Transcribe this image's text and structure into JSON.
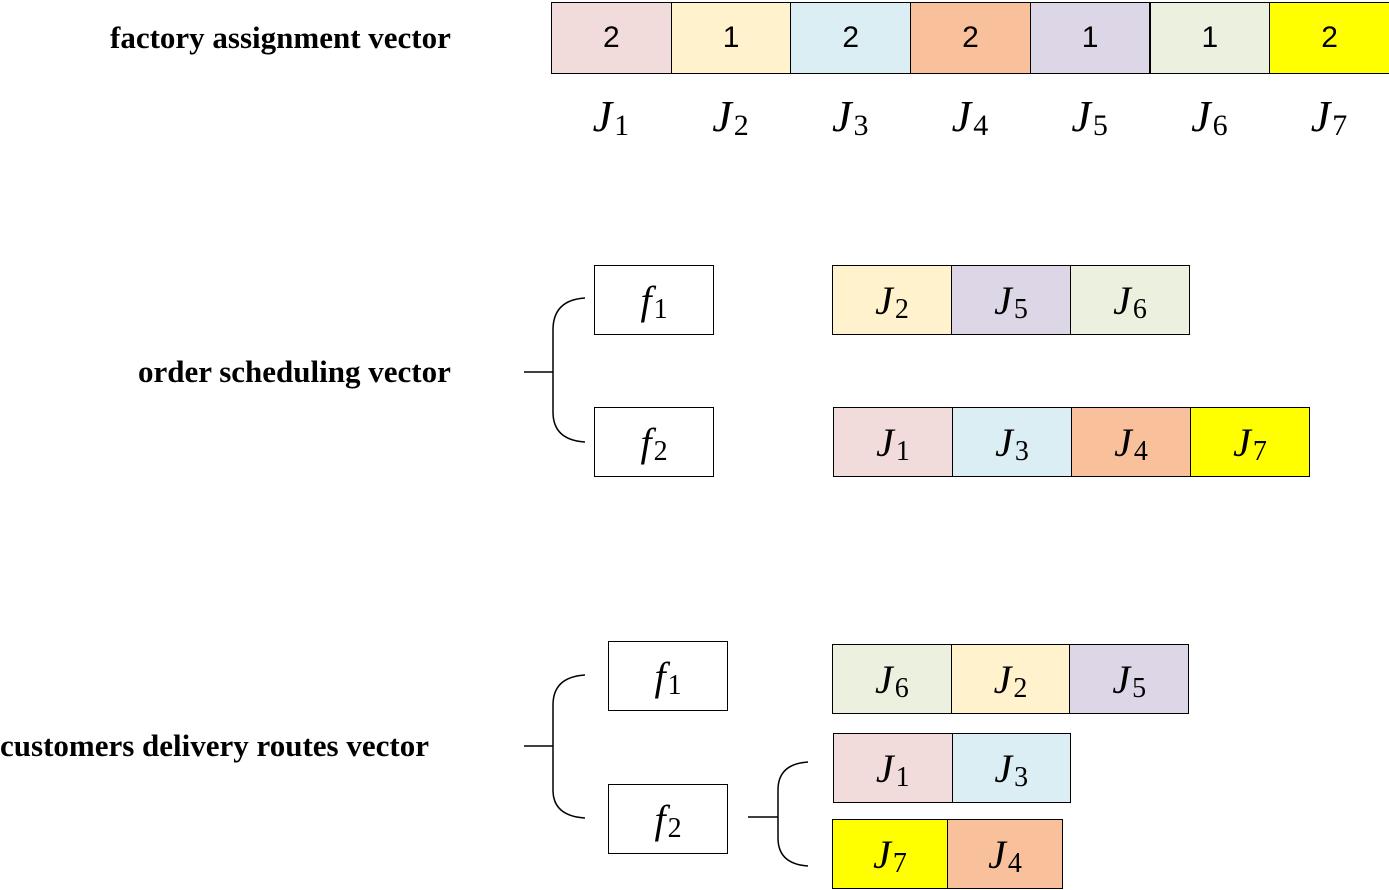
{
  "factory_assignment": {
    "label": "factory assignment vector",
    "cells": [
      {
        "job": "J",
        "sub": "1",
        "value": "2",
        "color": "#f2dcdb"
      },
      {
        "job": "J",
        "sub": "2",
        "value": "1",
        "color": "#fff2cc"
      },
      {
        "job": "J",
        "sub": "3",
        "value": "2",
        "color": "#daeef3"
      },
      {
        "job": "J",
        "sub": "4",
        "value": "2",
        "color": "#f8c09b"
      },
      {
        "job": "J",
        "sub": "5",
        "value": "1",
        "color": "#dcd6e6"
      },
      {
        "job": "J",
        "sub": "6",
        "value": "1",
        "color": "#ebf1de"
      },
      {
        "job": "J",
        "sub": "7",
        "value": "2",
        "color": "#ffff00"
      }
    ]
  },
  "order_scheduling": {
    "label": "order scheduling vector",
    "factories": [
      {
        "sym": "f",
        "sub": "1",
        "jobs": [
          "2",
          "5",
          "6"
        ]
      },
      {
        "sym": "f",
        "sub": "2",
        "jobs": [
          "1",
          "3",
          "4",
          "7"
        ]
      }
    ]
  },
  "delivery_routes": {
    "label": "customers delivery routes vector",
    "factories": [
      {
        "sym": "f",
        "sub": "1",
        "routes": [
          [
            "6",
            "2",
            "5"
          ]
        ]
      },
      {
        "sym": "f",
        "sub": "2",
        "routes": [
          [
            "1",
            "3"
          ],
          [
            "7",
            "4"
          ]
        ]
      }
    ]
  },
  "job_colors": {
    "1": "#f2dcdb",
    "2": "#fff2cc",
    "3": "#daeef3",
    "4": "#f8c09b",
    "5": "#dcd6e6",
    "6": "#ebf1de",
    "7": "#ffff00"
  }
}
